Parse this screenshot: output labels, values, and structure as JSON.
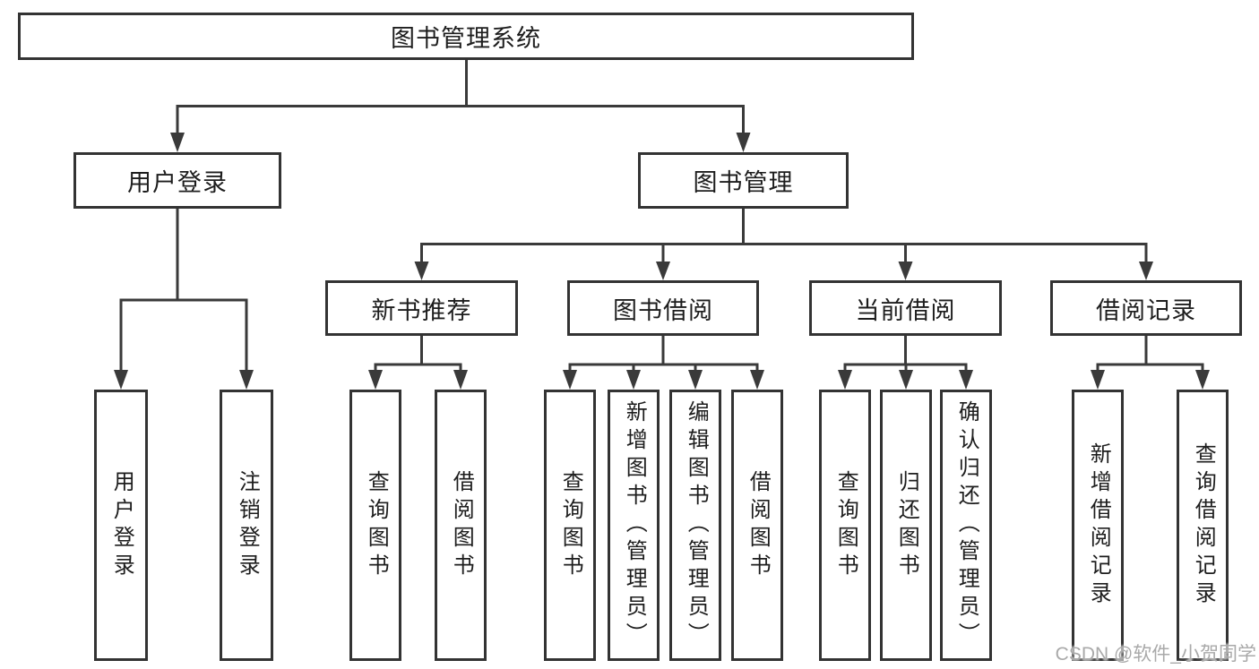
{
  "tree": {
    "root": {
      "label": "图书管理系统"
    },
    "branches": [
      {
        "label": "用户登录",
        "children": [
          {
            "label": "用户登录"
          },
          {
            "label": "注销登录"
          }
        ]
      },
      {
        "label": "图书管理",
        "children": [
          {
            "label": "新书推荐",
            "children": [
              {
                "label": "查询图书"
              },
              {
                "label": "借阅图书"
              }
            ]
          },
          {
            "label": "图书借阅",
            "children": [
              {
                "label": "查询图书"
              },
              {
                "label": "新增图书（管理员）"
              },
              {
                "label": "编辑图书（管理员）"
              },
              {
                "label": "借阅图书"
              }
            ]
          },
          {
            "label": "当前借阅",
            "children": [
              {
                "label": "查询图书"
              },
              {
                "label": "归还图书"
              },
              {
                "label": "确认归还（管理员）"
              }
            ]
          },
          {
            "label": "借阅记录",
            "children": [
              {
                "label": "新增借阅记录"
              },
              {
                "label": "查询借阅记录"
              }
            ]
          }
        ]
      }
    ]
  },
  "watermark": {
    "text": "CSDN @软件_小贺同学"
  },
  "colors": {
    "border": "#333333",
    "line": "#3a3a3a",
    "text": "#1d1d1d",
    "watermark": "#a9a9a9",
    "background": "#ffffff"
  }
}
